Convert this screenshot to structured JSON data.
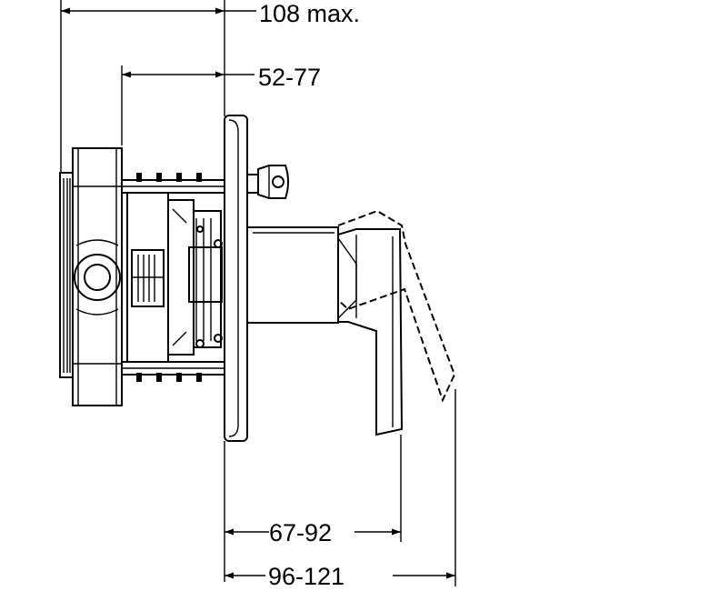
{
  "dimensions": {
    "overall_depth": "108 max.",
    "mounting_depth": "52-77",
    "lever_depth": "67-92",
    "lever_travel_depth": "96-121"
  },
  "colors": {
    "line": "#000000",
    "background": "#ffffff"
  }
}
